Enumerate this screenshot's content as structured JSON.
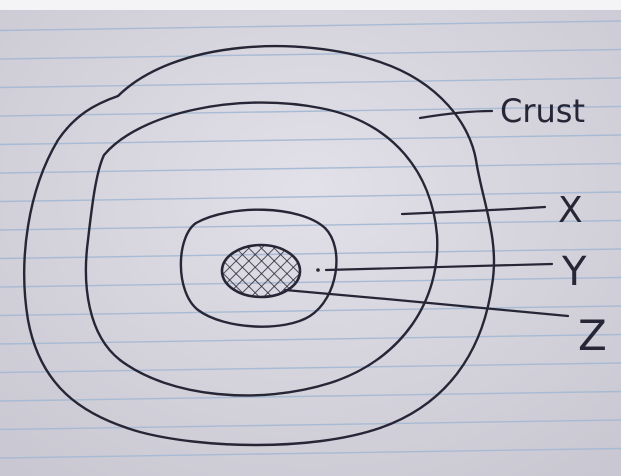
{
  "diagram": {
    "labels": {
      "crust": "Crust",
      "x": "X",
      "y": "Y",
      "z": "Z"
    },
    "colors": {
      "paper": "#d6d4dd",
      "ruled_line": "#a8bbd4",
      "ink": "#262636"
    }
  }
}
